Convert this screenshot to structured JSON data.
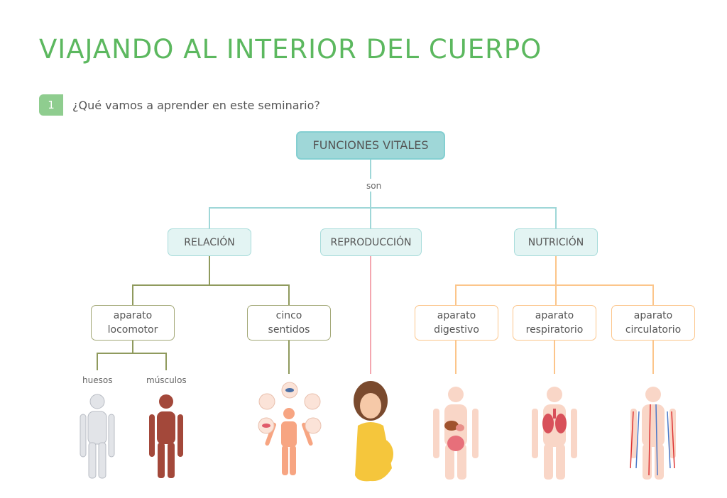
{
  "title": "VIAJANDO AL INTERIOR DEL CUERPO",
  "section": {
    "number": "1",
    "question": "¿Qué vamos a aprender en este seminario?"
  },
  "root": "FUNCIONES VITALES",
  "connector": "son",
  "categories": {
    "relacion": "RELACIÓN",
    "reproduccion": "REPRODUCCIÓN",
    "nutricion": "NUTRICIÓN"
  },
  "relacion": {
    "locomotor": [
      "aparato",
      "locomotor"
    ],
    "sentidos": [
      "cinco",
      "sentidos"
    ],
    "huesos": "huesos",
    "musculos": "músculos"
  },
  "nutricion": {
    "digestivo": [
      "aparato",
      "digestivo"
    ],
    "respiratorio": [
      "aparato",
      "respiratorio"
    ],
    "circulatorio": [
      "aparato",
      "circulatorio"
    ]
  },
  "colors": {
    "title": "#5cb85f",
    "teal": "#9fd7d8",
    "olive": "#8f9a5d",
    "pink": "#f4a7b0",
    "orange": "#fcc58a"
  }
}
